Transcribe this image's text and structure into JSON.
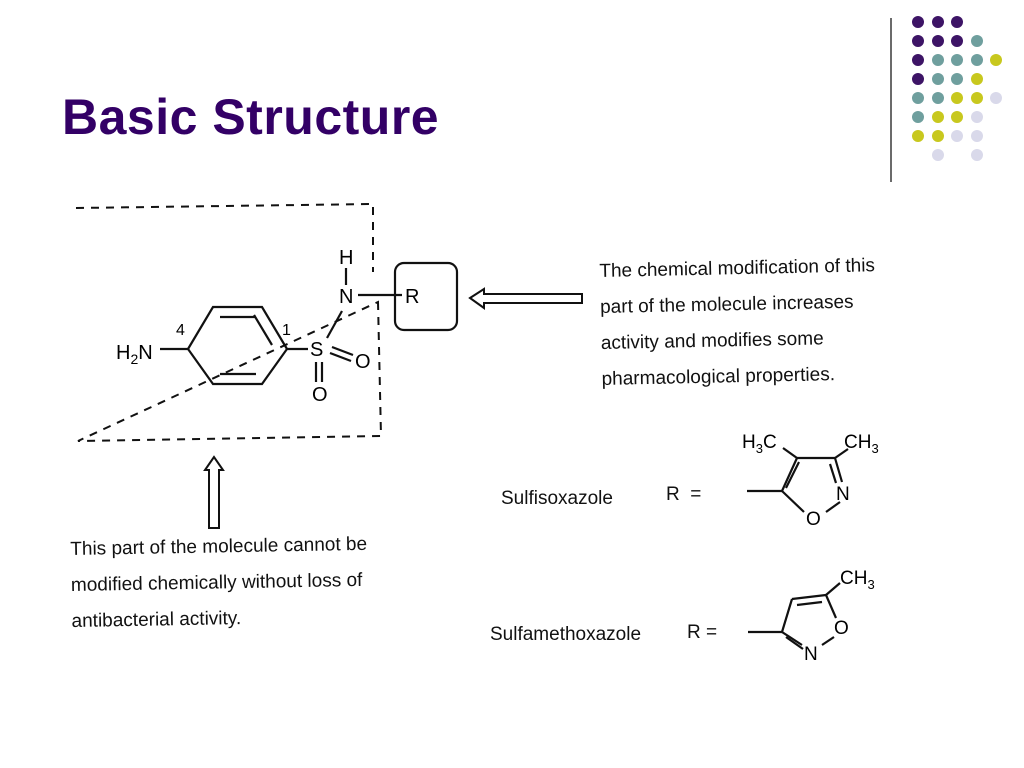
{
  "slide": {
    "title": "Basic Structure"
  },
  "colors": {
    "title": "#330066",
    "dot_purple": "#3d1466",
    "dot_teal": "#6f9f9e",
    "dot_yellow": "#c8c81e",
    "dot_lavender": "#d9d9ea"
  },
  "structure": {
    "atoms": {
      "amine": "H2N",
      "pos4": "4",
      "pos1": "1",
      "sulfur": "S",
      "oxygen_right": "O",
      "oxygen_bottom": "O",
      "nitrogen": "N",
      "hydrogen": "H",
      "r_group": "R"
    }
  },
  "notes": {
    "right_lines": [
      "The chemical modification of this",
      "part of the molecule increases",
      "activity and modifies some",
      "pharmacological properties."
    ],
    "left_lines": [
      "This part of the molecule cannot be",
      "modified chemically without loss of",
      "antibacterial activity."
    ]
  },
  "examples": [
    {
      "name": "Sulfisoxazole",
      "r_label": "R  =",
      "atoms": {
        "h3c": "H3C",
        "ch3": "CH3",
        "n": "N",
        "o": "O"
      }
    },
    {
      "name": "Sulfamethoxazole",
      "r_label": "R =",
      "atoms": {
        "ch3": "CH3",
        "o": "O",
        "n": "N"
      }
    }
  ]
}
